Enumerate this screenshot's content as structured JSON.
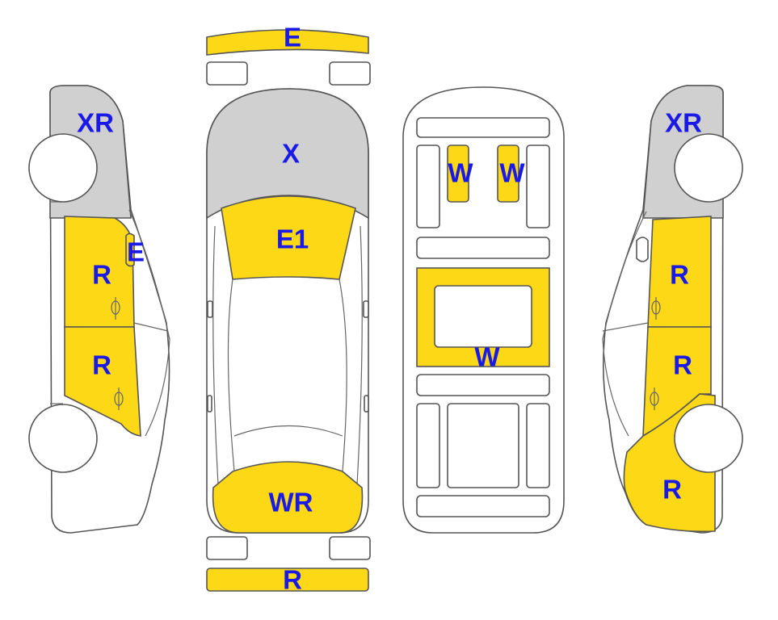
{
  "colors": {
    "damage": "#FCD816",
    "heavy": "#D0D0D0",
    "outline": "#555555",
    "label": "#1A1AE6",
    "body": "#FFFFFF"
  },
  "labels": {
    "front_bumper": "E",
    "hood": "X",
    "windshield": "E1",
    "rear_window": "WR",
    "rear_bumper": "R",
    "roof_seat_left": "W",
    "roof_seat_right": "W",
    "roof_center": "W",
    "left_fender": "XR",
    "left_mirror": "E",
    "left_front_door": "R",
    "left_rear_door": "R",
    "right_fender": "XR",
    "right_front_door": "R",
    "right_rear_door": "R",
    "right_quarter": "R"
  }
}
